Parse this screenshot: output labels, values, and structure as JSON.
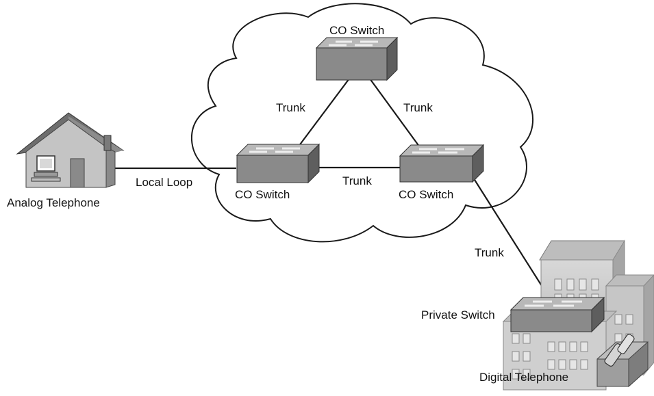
{
  "labels": {
    "co_switch_top": "CO Switch",
    "co_switch_left": "CO Switch",
    "co_switch_right": "CO Switch",
    "trunk_left": "Trunk",
    "trunk_right": "Trunk",
    "trunk_bottom": "Trunk",
    "trunk_private": "Trunk",
    "local_loop": "Local Loop",
    "analog_telephone": "Analog Telephone",
    "private_switch": "Private Switch",
    "digital_telephone": "Digital Telephone"
  },
  "icons": {
    "house": "house-icon",
    "switch": "switch-icon",
    "building": "building-icon",
    "phone": "telephone-icon",
    "cloud": "cloud-icon"
  },
  "colors": {
    "line": "#1a1a1a",
    "cloud_stroke": "#1a1a1a",
    "switch_top": "#b8b8b8",
    "switch_front": "#8a8a8a",
    "switch_side": "#5e5e5e",
    "building_face": "#c9c9c9",
    "building_side": "#a8a8a8"
  }
}
